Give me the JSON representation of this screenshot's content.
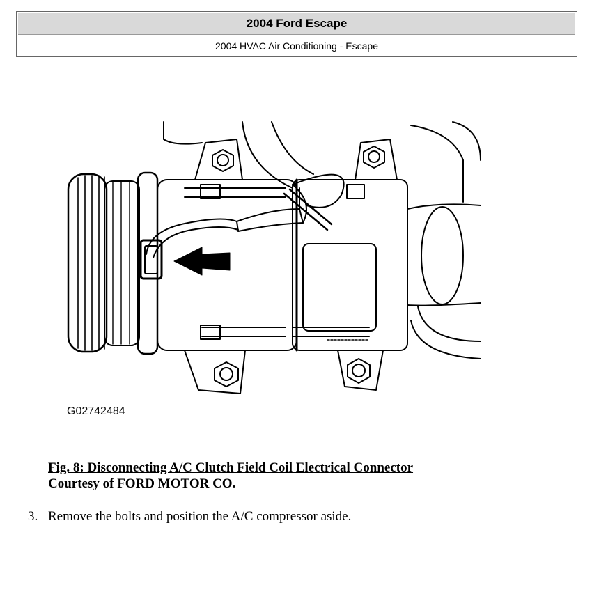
{
  "header": {
    "title": "2004 Ford Escape",
    "subtitle": "2004 HVAC Air Conditioning - Escape"
  },
  "figure": {
    "code": "G02742484",
    "caption": "Fig. 8: Disconnecting A/C Clutch Field Coil Electrical Connector",
    "credit": "Courtesy of FORD MOTOR CO."
  },
  "steps": [
    {
      "number": "3.",
      "text": "Remove the bolts and position the A/C compressor aside."
    }
  ]
}
